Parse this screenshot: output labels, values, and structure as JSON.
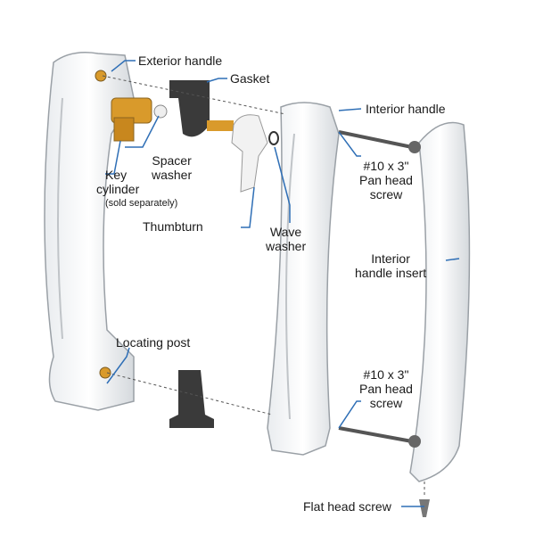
{
  "labels": {
    "exterior_handle": "Exterior handle",
    "gasket": "Gasket",
    "interior_handle": "Interior handle",
    "spacer_washer_1": "Spacer",
    "spacer_washer_2": "washer",
    "key_cylinder_1": "Key",
    "key_cylinder_2": "cylinder",
    "key_cylinder_note": "(sold separately)",
    "pan_head_top_1": "#10 x 3\"",
    "pan_head_top_2": "Pan head",
    "pan_head_top_3": "screw",
    "thumbturn": "Thumbturn",
    "wave_washer_1": "Wave",
    "wave_washer_2": "washer",
    "insert_1": "Interior",
    "insert_2": "handle insert",
    "locating_post": "Locating post",
    "pan_head_bottom_1": "#10 x 3\"",
    "pan_head_bottom_2": "Pan head",
    "pan_head_bottom_3": "screw",
    "flat_head_screw": "Flat head screw"
  },
  "colors": {
    "callout": "#2f6fb6",
    "brass": "#d99a2b",
    "gasket": "#3a3a3a",
    "handle_outline": "#9aa0a6"
  }
}
